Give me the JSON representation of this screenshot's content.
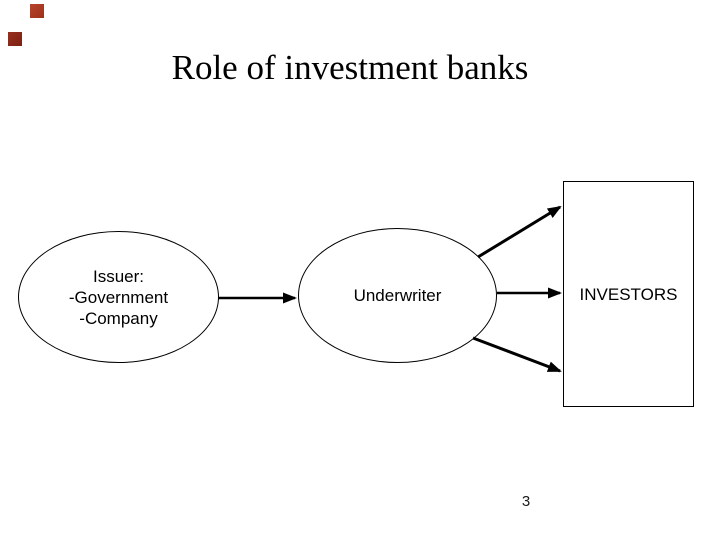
{
  "slide": {
    "title": "Role of investment banks",
    "page_number": "3"
  },
  "diagram": {
    "issuer": {
      "lines": [
        "Issuer:",
        "-Government",
        "-Company"
      ]
    },
    "underwriter": {
      "label": "Underwriter"
    },
    "investors": {
      "label": "INVESTORS"
    },
    "connections": [
      {
        "from": "Issuer",
        "to": "Underwriter",
        "style": "arrow-right"
      },
      {
        "from": "Underwriter",
        "to": "Investors",
        "style": "arrow-up-right"
      },
      {
        "from": "Underwriter",
        "to": "Investors",
        "style": "arrow-right"
      },
      {
        "from": "Underwriter",
        "to": "Investors",
        "style": "arrow-down-right"
      }
    ]
  },
  "colors": {
    "background": "#ffffff",
    "text": "#000000",
    "shape_outline": "#000000",
    "arrow": "#000000",
    "decor_square_top": "#a63a21",
    "decor_square_bottom": "#8c2d1e"
  }
}
